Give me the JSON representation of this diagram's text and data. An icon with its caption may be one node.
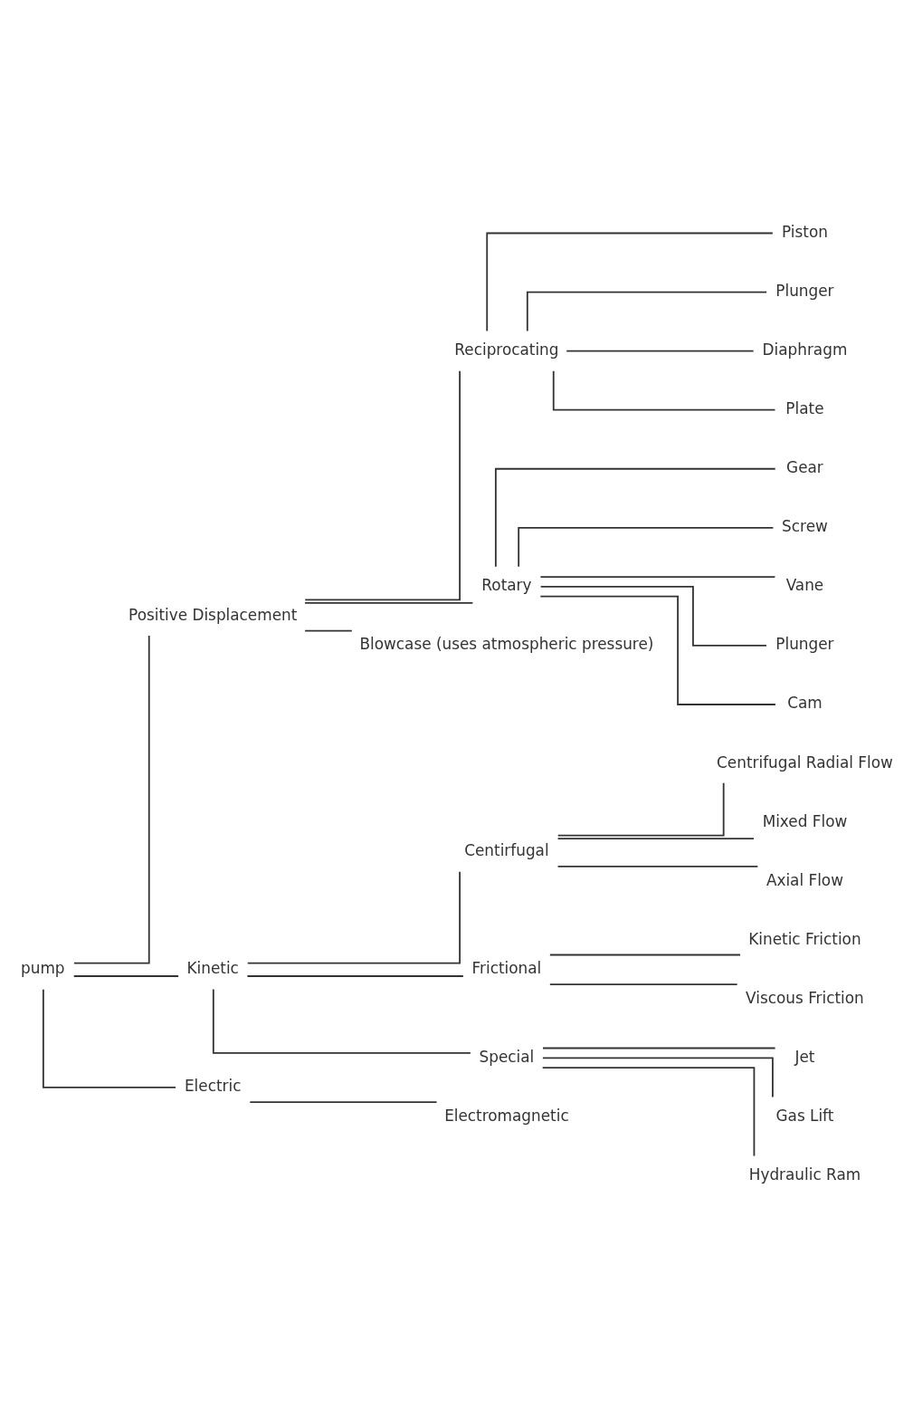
{
  "diagram": {
    "nodes": [
      {
        "text": [
          "pump"
        ]
      },
      {
        "text": [
          "Positive Displacement"
        ]
      },
      {
        "text": [
          "Kinetic"
        ]
      },
      {
        "text": [
          "Electric"
        ]
      },
      {
        "text": [
          "Reciprocating"
        ]
      },
      {
        "text": [
          "Rotary"
        ]
      },
      {
        "text": [
          "Blowcase (uses atmospheric pressure)"
        ]
      },
      {
        "text": [
          "Piston"
        ]
      },
      {
        "text": [
          "Plunger"
        ]
      },
      {
        "text": [
          "Diaphragm"
        ]
      },
      {
        "text": [
          "Plate"
        ]
      },
      {
        "text": [
          "Gear"
        ]
      },
      {
        "text": [
          "Screw"
        ]
      },
      {
        "text": [
          "Vane"
        ]
      },
      {
        "text": [
          "Plunger"
        ]
      },
      {
        "text": [
          "Cam"
        ]
      },
      {
        "text": [
          "Centirfugal"
        ]
      },
      {
        "text": [
          "Frictional"
        ]
      },
      {
        "text": [
          "Special"
        ]
      },
      {
        "text": [
          "Centrifugal Radial Flow"
        ]
      },
      {
        "text": [
          "Mixed Flow"
        ]
      },
      {
        "text": [
          "Axial Flow"
        ]
      },
      {
        "text": [
          "Kinetic Friction"
        ]
      },
      {
        "text": [
          "Viscous Friction"
        ]
      },
      {
        "text": [
          "Jet"
        ]
      },
      {
        "text": [
          "Gas Lift"
        ]
      },
      {
        "text": [
          "Hydraulic Ram"
        ]
      },
      {
        "text": [
          "Electromagnetic"
        ]
      }
    ],
    "edges": [
      {
        "from": 0,
        "to": 1,
        "arrow": "none"
      },
      {
        "from": 0,
        "to": 2,
        "arrow": "none"
      },
      {
        "from": 0,
        "to": 3,
        "arrow": "none"
      },
      {
        "from": 1,
        "to": 4,
        "arrow": "none"
      },
      {
        "from": 1,
        "to": 5,
        "arrow": "none"
      },
      {
        "from": 1,
        "to": 6,
        "arrow": "none"
      },
      {
        "from": 4,
        "to": 7,
        "arrow": "none"
      },
      {
        "from": 4,
        "to": 8,
        "arrow": "none"
      },
      {
        "from": 4,
        "to": 9,
        "arrow": "none"
      },
      {
        "from": 4,
        "to": 10,
        "arrow": "none"
      },
      {
        "from": 5,
        "to": 11,
        "arrow": "none"
      },
      {
        "from": 5,
        "to": 12,
        "arrow": "none"
      },
      {
        "from": 5,
        "to": 13,
        "arrow": "none"
      },
      {
        "from": 5,
        "to": 14,
        "arrow": "none"
      },
      {
        "from": 5,
        "to": 15,
        "arrow": "none"
      },
      {
        "from": 2,
        "to": 16,
        "arrow": "none"
      },
      {
        "from": 2,
        "to": 17,
        "arrow": "none"
      },
      {
        "from": 2,
        "to": 18,
        "arrow": "none"
      },
      {
        "from": 16,
        "to": 19,
        "arrow": "none"
      },
      {
        "from": 16,
        "to": 20,
        "arrow": "none"
      },
      {
        "from": 16,
        "to": 21,
        "arrow": "none"
      },
      {
        "from": 17,
        "to": 22,
        "arrow": "none"
      },
      {
        "from": 17,
        "to": 23,
        "arrow": "none"
      },
      {
        "from": 18,
        "to": 24,
        "arrow": "none"
      },
      {
        "from": 18,
        "to": 25,
        "arrow": "none"
      },
      {
        "from": 18,
        "to": 26,
        "arrow": "none"
      },
      {
        "from": 3,
        "to": 27,
        "arrow": "none"
      }
    ]
  }
}
